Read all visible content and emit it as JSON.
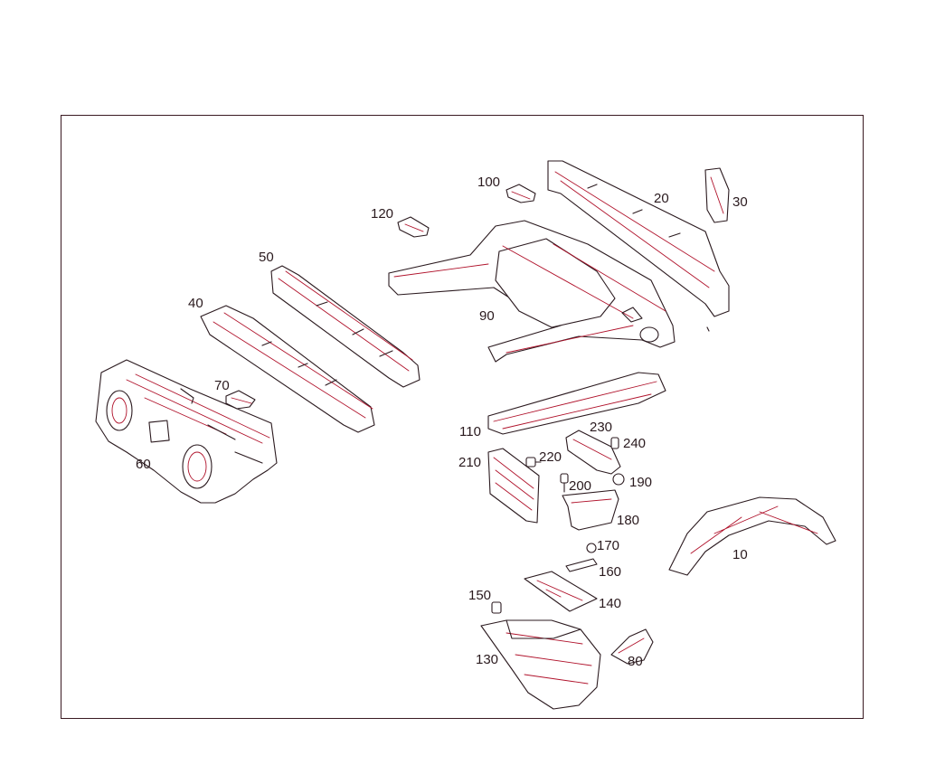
{
  "diagram": {
    "line_colors": {
      "outline": "#2b1a1f",
      "accent": "#b0122b",
      "frame": "#3a1a22"
    },
    "labels": {
      "p10": "10",
      "p20": "20",
      "p30": "30",
      "p40": "40",
      "p50": "50",
      "p60": "60",
      "p70": "70",
      "p80": "80",
      "p90": "90",
      "p100": "100",
      "p110": "110",
      "p120": "120",
      "p130": "130",
      "p140": "140",
      "p150": "150",
      "p160": "160",
      "p170": "170",
      "p180": "180",
      "p190": "190",
      "p200": "200",
      "p210": "210",
      "p220": "220",
      "p230": "230",
      "p240": "240"
    }
  }
}
